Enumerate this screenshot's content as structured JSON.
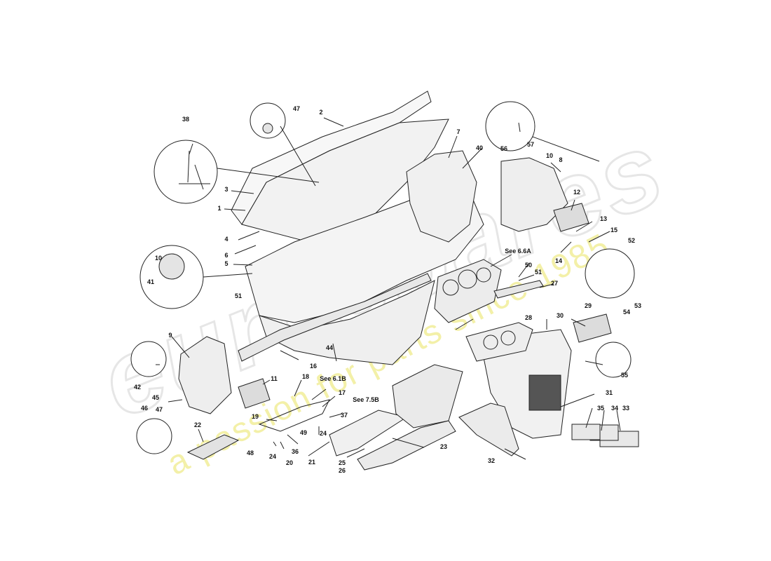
{
  "watermark": {
    "logo_text": "eurospares",
    "tagline": "a passion for parts since 1985"
  },
  "callouts": {
    "c1": "1",
    "c2": "2",
    "c3": "3",
    "c4": "4",
    "c5": "5",
    "c6": "6",
    "c7": "7",
    "c8": "8",
    "c9": "9",
    "c10a": "10",
    "c10b": "10",
    "c11": "11",
    "c12": "12",
    "c13": "13",
    "c14": "14",
    "c15": "15",
    "c16": "16",
    "c17": "17",
    "c18": "18",
    "c19": "19",
    "c20": "20",
    "c21": "21",
    "c22": "22",
    "c23": "23",
    "c24a": "24",
    "c24b": "24",
    "c25": "25",
    "c26": "26",
    "c27": "27",
    "c28": "28",
    "c29": "29",
    "c30": "30",
    "c31": "31",
    "c32": "32",
    "c33": "33",
    "c34": "34",
    "c35": "35",
    "c36": "36",
    "c37": "37",
    "c38": "38",
    "c40": "40",
    "c41": "41",
    "c42": "42",
    "c44": "44",
    "c45": "45",
    "c46": "46",
    "c47a": "47",
    "c47b": "47",
    "c48": "48",
    "c49": "49",
    "c50": "50",
    "c51a": "51",
    "c51b": "51",
    "c52": "52",
    "c53": "53",
    "c54": "54",
    "c55": "55",
    "c56": "56",
    "c57": "57",
    "see66a": "See 6.6A",
    "see61b": "See 6.1B",
    "see75b": "See 7.5B"
  }
}
